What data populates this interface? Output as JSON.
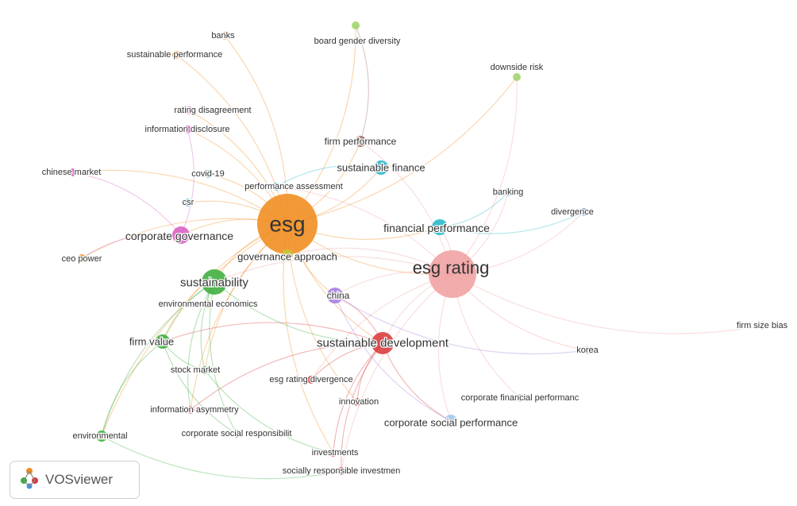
{
  "app": {
    "name": "VOSviewer"
  },
  "colors": {
    "red": "#d93a3a",
    "green": "#3cae3c",
    "blue": "#4a90d9",
    "orange": "#f08c1e",
    "purple": "#a37be0",
    "cyan": "#23b8c8",
    "pink": "#d95fc2",
    "brown": "#9c6b5e",
    "lightgreen": "#9fd46a",
    "lightblue": "#9ec5ea",
    "salmon": "#f0a0a0",
    "olive": "#c3c93a"
  },
  "map": {
    "nodes": [
      {
        "id": "banks",
        "label": "banks",
        "cluster": "orange",
        "weight": 1
      },
      {
        "id": "sustainable-performance",
        "label": "sustainable performance",
        "cluster": "orange",
        "weight": 1
      },
      {
        "id": "board-gender-diversity",
        "label": "board gender diversity",
        "cluster": "lightgreen",
        "weight": 1
      },
      {
        "id": "downside-risk",
        "label": "downside risk",
        "cluster": "lightgreen",
        "weight": 1
      },
      {
        "id": "rating-disagreement",
        "label": "rating disagreement",
        "cluster": "pink",
        "weight": 1
      },
      {
        "id": "information-disclosure",
        "label": "information disclosure",
        "cluster": "pink",
        "weight": 1
      },
      {
        "id": "firm-performance",
        "label": "firm performance",
        "cluster": "brown",
        "weight": 2
      },
      {
        "id": "chinese-market",
        "label": "chinese market",
        "cluster": "pink",
        "weight": 1
      },
      {
        "id": "covid-19",
        "label": "covid-19",
        "cluster": "cyan",
        "weight": 1
      },
      {
        "id": "sustainable-finance",
        "label": "sustainable finance",
        "cluster": "cyan",
        "weight": 2
      },
      {
        "id": "performance-assessment",
        "label": "performance assessment",
        "cluster": "cyan",
        "weight": 1
      },
      {
        "id": "banking",
        "label": "banking",
        "cluster": "blue",
        "weight": 1
      },
      {
        "id": "csr",
        "label": "csr",
        "cluster": "cyan",
        "weight": 1
      },
      {
        "id": "divergence",
        "label": "divergence",
        "cluster": "blue",
        "weight": 1
      },
      {
        "id": "esg",
        "label": "esg",
        "cluster": "orange",
        "weight": 10
      },
      {
        "id": "financial-performance",
        "label": "financial performance",
        "cluster": "cyan",
        "weight": 3
      },
      {
        "id": "corporate-governance",
        "label": "corporate governance",
        "cluster": "pink",
        "weight": 3
      },
      {
        "id": "ceo-power",
        "label": "ceo power",
        "cluster": "orange",
        "weight": 1
      },
      {
        "id": "governance-approach",
        "label": "governance approach",
        "cluster": "olive",
        "weight": 2
      },
      {
        "id": "esg-rating",
        "label": "esg rating",
        "cluster": "salmon",
        "weight": 7
      },
      {
        "id": "sustainability",
        "label": "sustainability",
        "cluster": "green",
        "weight": 4
      },
      {
        "id": "china",
        "label": "china",
        "cluster": "purple",
        "weight": 2
      },
      {
        "id": "environmental-economics",
        "label": "environmental economics",
        "cluster": "olive",
        "weight": 1
      },
      {
        "id": "firm-size-bias",
        "label": "firm size bias",
        "cluster": "salmon",
        "weight": 1
      },
      {
        "id": "firm-value",
        "label": "firm value",
        "cluster": "green",
        "weight": 2
      },
      {
        "id": "sustainable-development",
        "label": "sustainable development",
        "cluster": "red",
        "weight": 4
      },
      {
        "id": "korea",
        "label": "korea",
        "cluster": "lightblue",
        "weight": 1
      },
      {
        "id": "stock-market",
        "label": "stock market",
        "cluster": "green",
        "weight": 1
      },
      {
        "id": "esg-rating-divergence",
        "label": "esg rating divergence",
        "cluster": "red",
        "weight": 1
      },
      {
        "id": "corporate-financial-performance",
        "label": "corporate financial performanc",
        "cluster": "lightblue",
        "weight": 1
      },
      {
        "id": "information-asymmetry",
        "label": "information asymmetry",
        "cluster": "red",
        "weight": 1
      },
      {
        "id": "innovation",
        "label": "innovation",
        "cluster": "red",
        "weight": 1
      },
      {
        "id": "corporate-social-performance",
        "label": "corporate social performance",
        "cluster": "lightblue",
        "weight": 2
      },
      {
        "id": "environmental",
        "label": "environmental",
        "cluster": "green",
        "weight": 1
      },
      {
        "id": "corporate-social-responsibility",
        "label": "corporate social responsibilit",
        "cluster": "green",
        "weight": 1
      },
      {
        "id": "investments",
        "label": "investments",
        "cluster": "red",
        "weight": 1
      },
      {
        "id": "socially-responsible-investment",
        "label": "socially responsible investmen",
        "cluster": "red",
        "weight": 1
      }
    ],
    "links": [
      [
        "esg",
        "esg-rating"
      ],
      [
        "esg",
        "sustainability"
      ],
      [
        "esg",
        "corporate-governance"
      ],
      [
        "esg",
        "financial-performance"
      ],
      [
        "esg",
        "sustainable-development"
      ],
      [
        "esg",
        "firm-performance"
      ],
      [
        "esg",
        "sustainable-finance"
      ],
      [
        "esg",
        "china"
      ],
      [
        "esg",
        "firm-value"
      ],
      [
        "esg",
        "governance-approach"
      ],
      [
        "esg",
        "banks"
      ],
      [
        "esg",
        "board-gender-diversity"
      ],
      [
        "esg",
        "downside-risk"
      ],
      [
        "esg",
        "information-disclosure"
      ],
      [
        "esg",
        "chinese-market"
      ],
      [
        "esg",
        "covid-19"
      ],
      [
        "esg",
        "csr"
      ],
      [
        "esg",
        "ceo-power"
      ],
      [
        "esg",
        "stock-market"
      ],
      [
        "esg",
        "environmental"
      ],
      [
        "esg",
        "innovation"
      ],
      [
        "esg",
        "information-asymmetry"
      ],
      [
        "esg",
        "investments"
      ],
      [
        "esg",
        "sustainable-performance"
      ],
      [
        "esg",
        "rating-disagreement"
      ],
      [
        "esg-rating",
        "divergence"
      ],
      [
        "esg-rating",
        "banking"
      ],
      [
        "esg-rating",
        "firm-size-bias"
      ],
      [
        "esg-rating",
        "korea"
      ],
      [
        "esg-rating",
        "financial-performance"
      ],
      [
        "esg-rating",
        "sustainable-development"
      ],
      [
        "esg-rating",
        "china"
      ],
      [
        "esg-rating",
        "corporate-social-performance"
      ],
      [
        "esg-rating",
        "corporate-financial-performance"
      ],
      [
        "esg-rating",
        "sustainability"
      ],
      [
        "esg-rating",
        "firm-performance"
      ],
      [
        "esg-rating",
        "esg-rating-divergence"
      ],
      [
        "esg-rating",
        "governance-approach"
      ],
      [
        "esg-rating",
        "performance-assessment"
      ],
      [
        "esg-rating",
        "downside-risk"
      ],
      [
        "sustainability",
        "firm-value"
      ],
      [
        "sustainability",
        "environmental"
      ],
      [
        "sustainability",
        "stock-market"
      ],
      [
        "sustainability",
        "corporate-social-responsibility"
      ],
      [
        "sustainability",
        "environmental-economics"
      ],
      [
        "sustainability",
        "sustainable-development"
      ],
      [
        "sustainability",
        "information-asymmetry"
      ],
      [
        "sustainable-development",
        "innovation"
      ],
      [
        "sustainable-development",
        "investments"
      ],
      [
        "sustainable-development",
        "socially-responsible-investment"
      ],
      [
        "sustainable-development",
        "esg-rating-divergence"
      ],
      [
        "sustainable-development",
        "china"
      ],
      [
        "sustainable-development",
        "corporate-social-performance"
      ],
      [
        "sustainable-development",
        "information-asymmetry"
      ],
      [
        "sustainable-development",
        "firm-value"
      ],
      [
        "firm-value",
        "environmental"
      ],
      [
        "firm-value",
        "corporate-social-responsibility"
      ],
      [
        "firm-value",
        "stock-market"
      ],
      [
        "corporate-governance",
        "chinese-market"
      ],
      [
        "corporate-governance",
        "information-disclosure"
      ],
      [
        "corporate-governance",
        "ceo-power"
      ],
      [
        "financial-performance",
        "banking"
      ],
      [
        "financial-performance",
        "divergence"
      ],
      [
        "china",
        "corporate-social-performance"
      ],
      [
        "china",
        "korea"
      ],
      [
        "firm-performance",
        "board-gender-diversity"
      ],
      [
        "sustainable-finance",
        "performance-assessment"
      ],
      [
        "esg-rating",
        "socially-responsible-investment"
      ],
      [
        "environmental",
        "socially-responsible-investment"
      ],
      [
        "stock-market",
        "investments"
      ]
    ]
  }
}
